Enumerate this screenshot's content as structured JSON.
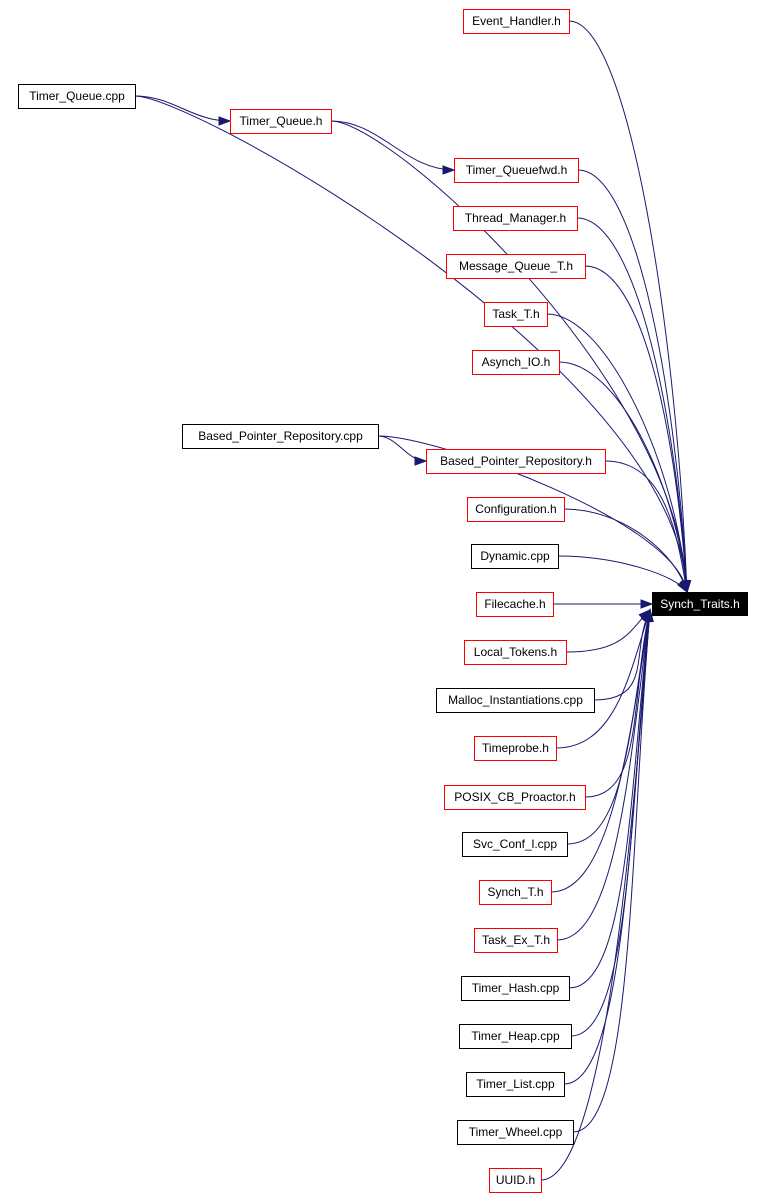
{
  "colors": {
    "edge": "#191970",
    "documented_border": "#ff0000",
    "undocumented_border": "#000000",
    "target_fill": "#000000",
    "target_text": "#ffffff"
  },
  "target": {
    "label": "Synch_Traits.h"
  },
  "nodes": [
    {
      "id": "event_handler_h",
      "label": "Event_Handler.h",
      "style": "documented"
    },
    {
      "id": "timer_queue_cpp",
      "label": "Timer_Queue.cpp",
      "style": "undocumented"
    },
    {
      "id": "timer_queue_h",
      "label": "Timer_Queue.h",
      "style": "documented"
    },
    {
      "id": "timer_queuefwd_h",
      "label": "Timer_Queuefwd.h",
      "style": "documented"
    },
    {
      "id": "thread_manager_h",
      "label": "Thread_Manager.h",
      "style": "documented"
    },
    {
      "id": "message_queue_t_h",
      "label": "Message_Queue_T.h",
      "style": "documented"
    },
    {
      "id": "task_t_h",
      "label": "Task_T.h",
      "style": "documented"
    },
    {
      "id": "asynch_io_h",
      "label": "Asynch_IO.h",
      "style": "documented"
    },
    {
      "id": "bpr_cpp",
      "label": "Based_Pointer_Repository.cpp",
      "style": "undocumented"
    },
    {
      "id": "bpr_h",
      "label": "Based_Pointer_Repository.h",
      "style": "documented"
    },
    {
      "id": "configuration_h",
      "label": "Configuration.h",
      "style": "documented"
    },
    {
      "id": "dynamic_cpp",
      "label": "Dynamic.cpp",
      "style": "undocumented"
    },
    {
      "id": "filecache_h",
      "label": "Filecache.h",
      "style": "documented"
    },
    {
      "id": "local_tokens_h",
      "label": "Local_Tokens.h",
      "style": "documented"
    },
    {
      "id": "malloc_inst_cpp",
      "label": "Malloc_Instantiations.cpp",
      "style": "undocumented"
    },
    {
      "id": "timeprobe_h",
      "label": "Timeprobe.h",
      "style": "documented"
    },
    {
      "id": "posix_cb_h",
      "label": "POSIX_CB_Proactor.h",
      "style": "documented"
    },
    {
      "id": "svc_conf_l_cpp",
      "label": "Svc_Conf_l.cpp",
      "style": "undocumented"
    },
    {
      "id": "synch_t_h",
      "label": "Synch_T.h",
      "style": "documented"
    },
    {
      "id": "task_ex_t_h",
      "label": "Task_Ex_T.h",
      "style": "documented"
    },
    {
      "id": "timer_hash_cpp",
      "label": "Timer_Hash.cpp",
      "style": "undocumented"
    },
    {
      "id": "timer_heap_cpp",
      "label": "Timer_Heap.cpp",
      "style": "undocumented"
    },
    {
      "id": "timer_list_cpp",
      "label": "Timer_List.cpp",
      "style": "undocumented"
    },
    {
      "id": "timer_wheel_cpp",
      "label": "Timer_Wheel.cpp",
      "style": "undocumented"
    },
    {
      "id": "uuid_h",
      "label": "UUID.h",
      "style": "documented"
    }
  ],
  "edges": [
    {
      "from": "timer_queue_cpp",
      "to": "timer_queue_h"
    },
    {
      "from": "timer_queue_h",
      "to": "timer_queuefwd_h"
    },
    {
      "from": "bpr_cpp",
      "to": "bpr_h"
    },
    {
      "from": "event_handler_h",
      "to": "target"
    },
    {
      "from": "timer_queue_cpp",
      "to": "target"
    },
    {
      "from": "timer_queue_h",
      "to": "target"
    },
    {
      "from": "timer_queuefwd_h",
      "to": "target"
    },
    {
      "from": "thread_manager_h",
      "to": "target"
    },
    {
      "from": "message_queue_t_h",
      "to": "target"
    },
    {
      "from": "task_t_h",
      "to": "target"
    },
    {
      "from": "asynch_io_h",
      "to": "target"
    },
    {
      "from": "bpr_cpp",
      "to": "target"
    },
    {
      "from": "bpr_h",
      "to": "target"
    },
    {
      "from": "configuration_h",
      "to": "target"
    },
    {
      "from": "dynamic_cpp",
      "to": "target"
    },
    {
      "from": "filecache_h",
      "to": "target"
    },
    {
      "from": "local_tokens_h",
      "to": "target"
    },
    {
      "from": "malloc_inst_cpp",
      "to": "target"
    },
    {
      "from": "timeprobe_h",
      "to": "target"
    },
    {
      "from": "posix_cb_h",
      "to": "target"
    },
    {
      "from": "svc_conf_l_cpp",
      "to": "target"
    },
    {
      "from": "synch_t_h",
      "to": "target"
    },
    {
      "from": "task_ex_t_h",
      "to": "target"
    },
    {
      "from": "timer_hash_cpp",
      "to": "target"
    },
    {
      "from": "timer_heap_cpp",
      "to": "target"
    },
    {
      "from": "timer_list_cpp",
      "to": "target"
    },
    {
      "from": "timer_wheel_cpp",
      "to": "target"
    },
    {
      "from": "uuid_h",
      "to": "target"
    }
  ]
}
